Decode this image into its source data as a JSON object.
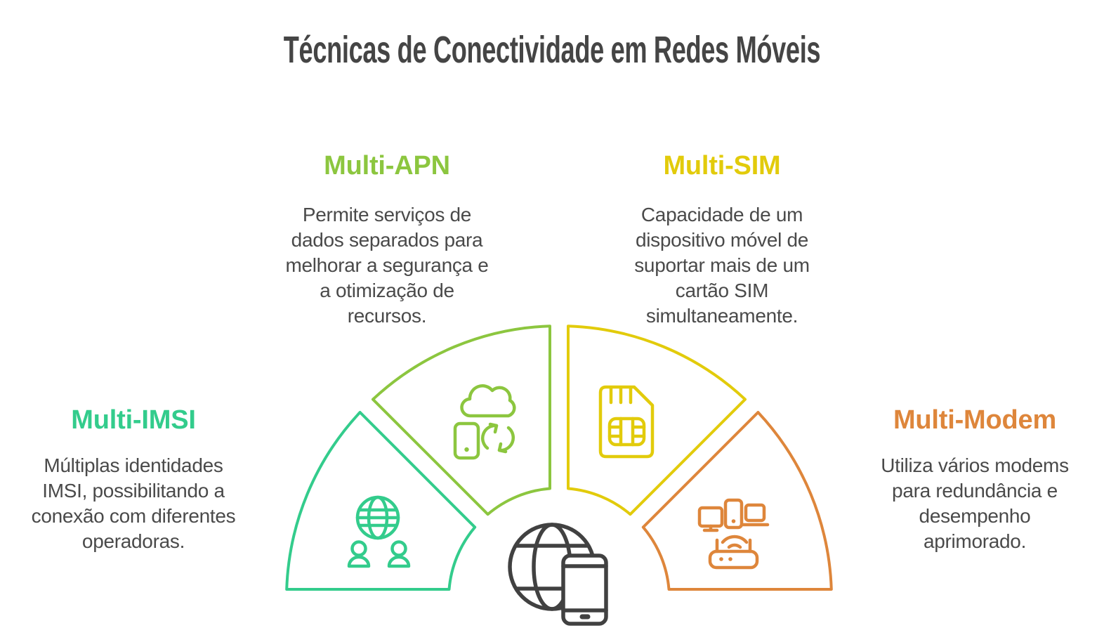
{
  "title": {
    "text": "Técnicas de Conectividade em Redes Móveis",
    "color": "#454545"
  },
  "body_text_color": "#4a4a4a",
  "center_icon": {
    "name": "globe-smartphone-icon",
    "color": "#414141"
  },
  "segments": [
    {
      "id": "multi-imsi",
      "label": "Multi-IMSI",
      "color": "#33cc8c",
      "icon": "globe-users-icon",
      "description": "Múltiplas identidades IMSI, possibilitando a conexão com diferentes operadoras."
    },
    {
      "id": "multi-apn",
      "label": "Multi-APN",
      "color": "#8cc63f",
      "icon": "cloud-device-sync-icon",
      "description": "Permite serviços de dados separados para melhorar a segurança e a otimização de recursos."
    },
    {
      "id": "multi-sim",
      "label": "Multi-SIM",
      "color": "#e2cb0b",
      "icon": "sim-card-icon",
      "description": "Capacidade de um dispositivo móvel de suportar mais de um cartão SIM simultaneamente."
    },
    {
      "id": "multi-modem",
      "label": "Multi-Modem",
      "color": "#de863b",
      "icon": "devices-router-icon",
      "description": "Utiliza vários modems para redundância e desempenho aprimorado."
    }
  ]
}
